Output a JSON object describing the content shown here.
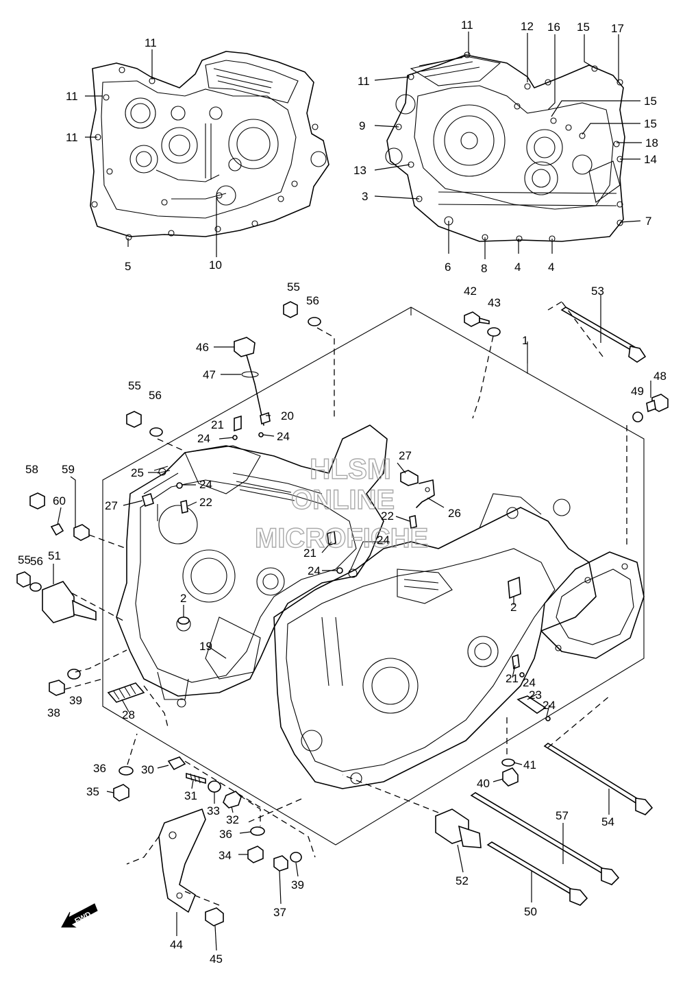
{
  "watermark": {
    "line1": "HLSM",
    "line2": "ONLINE",
    "line3": "MICROFICHE"
  },
  "fwd_label": "FWD",
  "callouts": [
    {
      "id": "c-11a",
      "text": "11",
      "part": "crankcase-bolt"
    },
    {
      "id": "c-11b",
      "text": "11",
      "part": "crankcase-bolt"
    },
    {
      "id": "c-11c",
      "text": "11",
      "part": "crankcase-bolt"
    },
    {
      "id": "c-11d",
      "text": "11",
      "part": "crankcase-bolt"
    },
    {
      "id": "c-11e",
      "text": "11",
      "part": "crankcase-bolt"
    },
    {
      "id": "c-5",
      "text": "5"
    },
    {
      "id": "c-10",
      "text": "10"
    },
    {
      "id": "c-12",
      "text": "12"
    },
    {
      "id": "c-16",
      "text": "16"
    },
    {
      "id": "c-15a",
      "text": "15"
    },
    {
      "id": "c-17",
      "text": "17"
    },
    {
      "id": "c-15b",
      "text": "15"
    },
    {
      "id": "c-15c",
      "text": "15"
    },
    {
      "id": "c-9",
      "text": "9"
    },
    {
      "id": "c-18",
      "text": "18"
    },
    {
      "id": "c-13",
      "text": "13"
    },
    {
      "id": "c-14",
      "text": "14"
    },
    {
      "id": "c-3",
      "text": "3"
    },
    {
      "id": "c-7",
      "text": "7"
    },
    {
      "id": "c-6",
      "text": "6"
    },
    {
      "id": "c-8",
      "text": "8"
    },
    {
      "id": "c-4a",
      "text": "4"
    },
    {
      "id": "c-4b",
      "text": "4"
    },
    {
      "id": "c-55a",
      "text": "55"
    },
    {
      "id": "c-56a",
      "text": "56"
    },
    {
      "id": "c-42",
      "text": "42"
    },
    {
      "id": "c-43",
      "text": "43"
    },
    {
      "id": "c-53",
      "text": "53"
    },
    {
      "id": "c-1",
      "text": "1"
    },
    {
      "id": "c-46",
      "text": "46"
    },
    {
      "id": "c-47",
      "text": "47"
    },
    {
      "id": "c-48",
      "text": "48"
    },
    {
      "id": "c-49",
      "text": "49"
    },
    {
      "id": "c-55b",
      "text": "55"
    },
    {
      "id": "c-56b",
      "text": "56"
    },
    {
      "id": "c-21a",
      "text": "21"
    },
    {
      "id": "c-20",
      "text": "20"
    },
    {
      "id": "c-24a",
      "text": "24"
    },
    {
      "id": "c-24b",
      "text": "24"
    },
    {
      "id": "c-58",
      "text": "58"
    },
    {
      "id": "c-59",
      "text": "59"
    },
    {
      "id": "c-25",
      "text": "25"
    },
    {
      "id": "c-27a",
      "text": "27"
    },
    {
      "id": "c-24c",
      "text": "24"
    },
    {
      "id": "c-60",
      "text": "60"
    },
    {
      "id": "c-27b",
      "text": "27"
    },
    {
      "id": "c-22a",
      "text": "22"
    },
    {
      "id": "c-26",
      "text": "26"
    },
    {
      "id": "c-22b",
      "text": "22"
    },
    {
      "id": "c-24d",
      "text": "24"
    },
    {
      "id": "c-55c",
      "text": "55"
    },
    {
      "id": "c-56c",
      "text": "56"
    },
    {
      "id": "c-51",
      "text": "51"
    },
    {
      "id": "c-21b",
      "text": "21"
    },
    {
      "id": "c-24e",
      "text": "24"
    },
    {
      "id": "c-2a",
      "text": "2"
    },
    {
      "id": "c-2b",
      "text": "2"
    },
    {
      "id": "c-19",
      "text": "19"
    },
    {
      "id": "c-21c",
      "text": "21"
    },
    {
      "id": "c-24f",
      "text": "24"
    },
    {
      "id": "c-23",
      "text": "23"
    },
    {
      "id": "c-24g",
      "text": "24"
    },
    {
      "id": "c-38",
      "text": "38"
    },
    {
      "id": "c-39a",
      "text": "39"
    },
    {
      "id": "c-28",
      "text": "28"
    },
    {
      "id": "c-41",
      "text": "41"
    },
    {
      "id": "c-36a",
      "text": "36"
    },
    {
      "id": "c-30",
      "text": "30"
    },
    {
      "id": "c-40",
      "text": "40"
    },
    {
      "id": "c-35",
      "text": "35"
    },
    {
      "id": "c-31",
      "text": "31"
    },
    {
      "id": "c-33",
      "text": "33"
    },
    {
      "id": "c-32",
      "text": "32"
    },
    {
      "id": "c-54",
      "text": "54"
    },
    {
      "id": "c-57",
      "text": "57"
    },
    {
      "id": "c-36b",
      "text": "36"
    },
    {
      "id": "c-34",
      "text": "34"
    },
    {
      "id": "c-52",
      "text": "52"
    },
    {
      "id": "c-39b",
      "text": "39"
    },
    {
      "id": "c-37",
      "text": "37"
    },
    {
      "id": "c-50",
      "text": "50"
    },
    {
      "id": "c-44",
      "text": "44"
    },
    {
      "id": "c-45",
      "text": "45"
    }
  ]
}
